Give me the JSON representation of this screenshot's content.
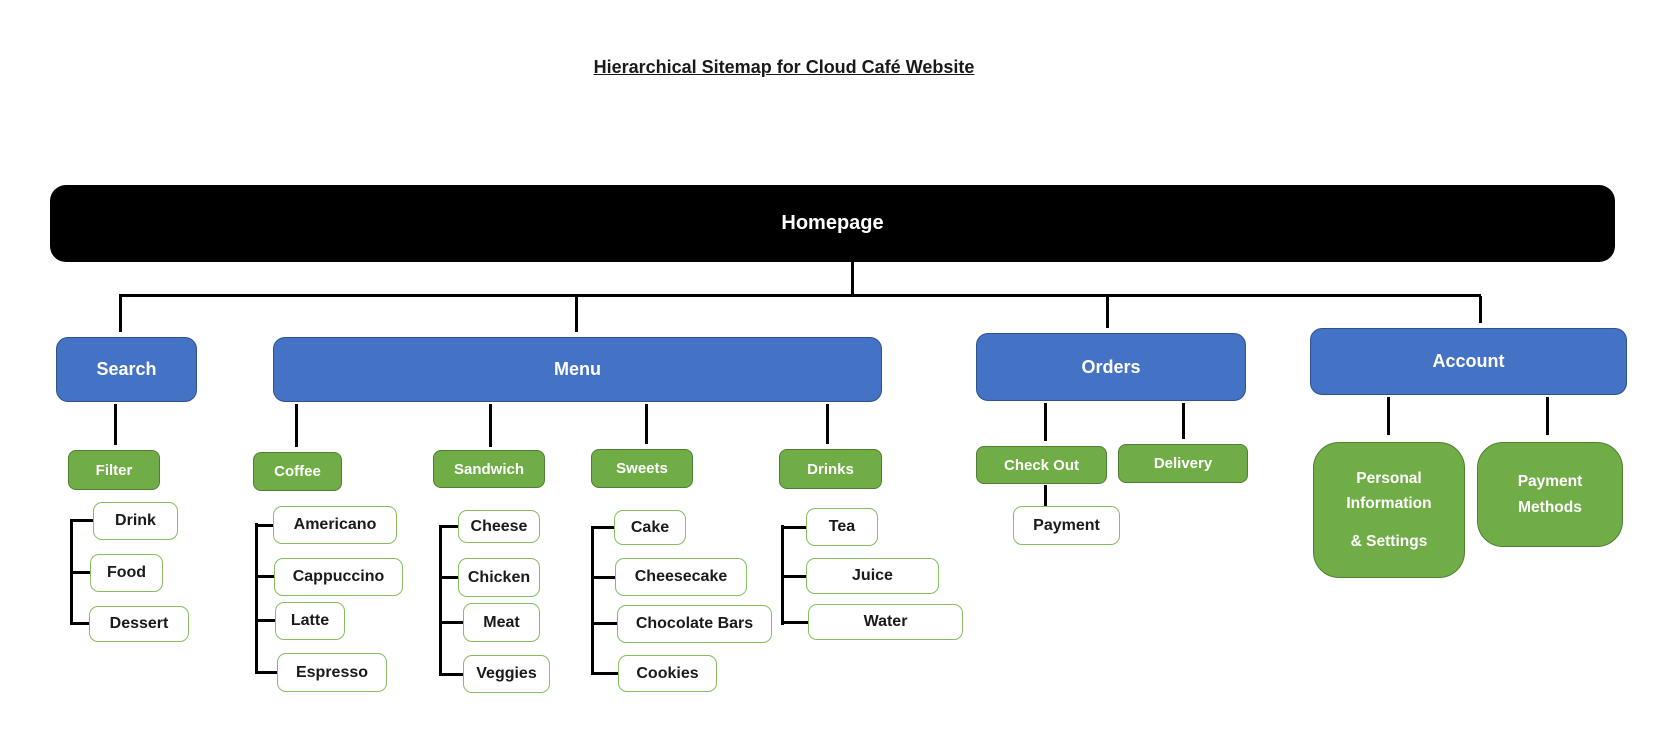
{
  "title": "Hierarchical Sitemap for Cloud Café Website",
  "tree": {
    "root": {
      "label": "Homepage"
    },
    "sections": [
      {
        "label": "Search",
        "children": [
          {
            "label": "Filter",
            "items": [
              "Drink",
              "Food",
              "Dessert"
            ]
          }
        ]
      },
      {
        "label": "Menu",
        "children": [
          {
            "label": "Coffee",
            "items": [
              "Americano",
              "Cappuccino",
              "Latte",
              "Espresso"
            ]
          },
          {
            "label": "Sandwich",
            "items": [
              "Cheese",
              "Chicken",
              "Meat",
              "Veggies"
            ]
          },
          {
            "label": "Sweets",
            "items": [
              "Cake",
              "Cheesecake",
              "Chocolate Bars",
              "Cookies"
            ]
          },
          {
            "label": "Drinks",
            "items": [
              "Tea",
              "Juice",
              "Water"
            ]
          }
        ]
      },
      {
        "label": "Orders",
        "children": [
          {
            "label": "Check Out",
            "items": [
              "Payment"
            ]
          },
          {
            "label": "Delivery",
            "items": []
          }
        ]
      },
      {
        "label": "Account",
        "children": [
          {
            "label": "Personal Information",
            "label2": "& Settings",
            "items": []
          },
          {
            "label": "Payment Methods",
            "items": []
          }
        ]
      }
    ]
  },
  "colors": {
    "root_fill": "#000000",
    "root_text": "#FFFFFF",
    "level1_fill": "#4472C4",
    "level1_border": "#2F528F",
    "level2_fill": "#70AD47",
    "level2_border": "#507E32",
    "leaf_fill": "#FFFFFF",
    "leaf_border": "#85BD60",
    "connector": "#000000",
    "title_text": "#1A1A1A"
  }
}
